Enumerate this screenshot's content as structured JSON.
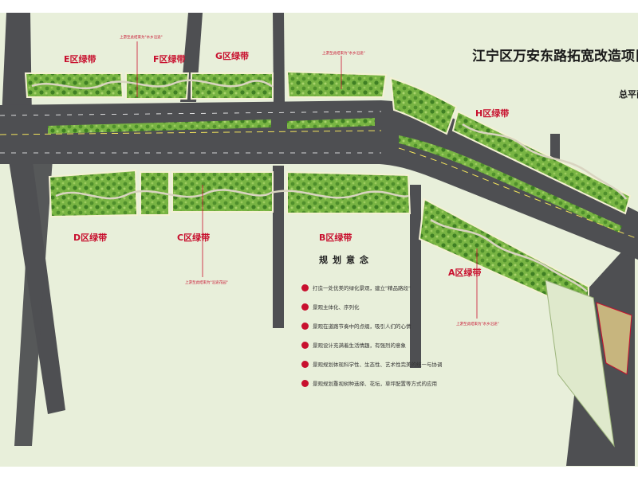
{
  "title": "江宁区万安东路拓宽改造项目绿化景观规划设",
  "subtitle": "总平面",
  "zone_label": "区绿带",
  "zones": [
    {
      "id": "E",
      "letter": "E"
    },
    {
      "id": "F",
      "letter": "F"
    },
    {
      "id": "G",
      "letter": "G"
    },
    {
      "id": "H",
      "letter": "H"
    },
    {
      "id": "D",
      "letter": "D"
    },
    {
      "id": "C",
      "letter": "C"
    },
    {
      "id": "B",
      "letter": "B"
    },
    {
      "id": "A",
      "letter": "A"
    }
  ],
  "concept": {
    "heading": "规划意念",
    "items": [
      "打造一处优美的绿化景观，建立\"精品路段\"",
      "景观主体化、序列化",
      "景观在道路节奏中的点缀，吸引人们的心情",
      "景观设计充满着生活情趣，有强烈的意象",
      "景观规划体现科学性、生态性、艺术性完美的统一与协调",
      "景观规划重视树种选择、花坛，草坪配置等方式的应用"
    ]
  },
  "annotations": [
    "上游至此结束为\"水乡沿途\"",
    "上游至此结束为\"水乡沿途\"",
    "上游至此结束为\"沿途花园\"",
    "上游至此结束为\"水乡沿途\""
  ],
  "colors": {
    "paper": "#e8efda",
    "road": "#4e4f52",
    "curb": "#f4f1d4",
    "green": "#6fae3a",
    "green_dark": "#3f7f24",
    "accent": "#c8102e",
    "path": "#d9d4c0"
  }
}
